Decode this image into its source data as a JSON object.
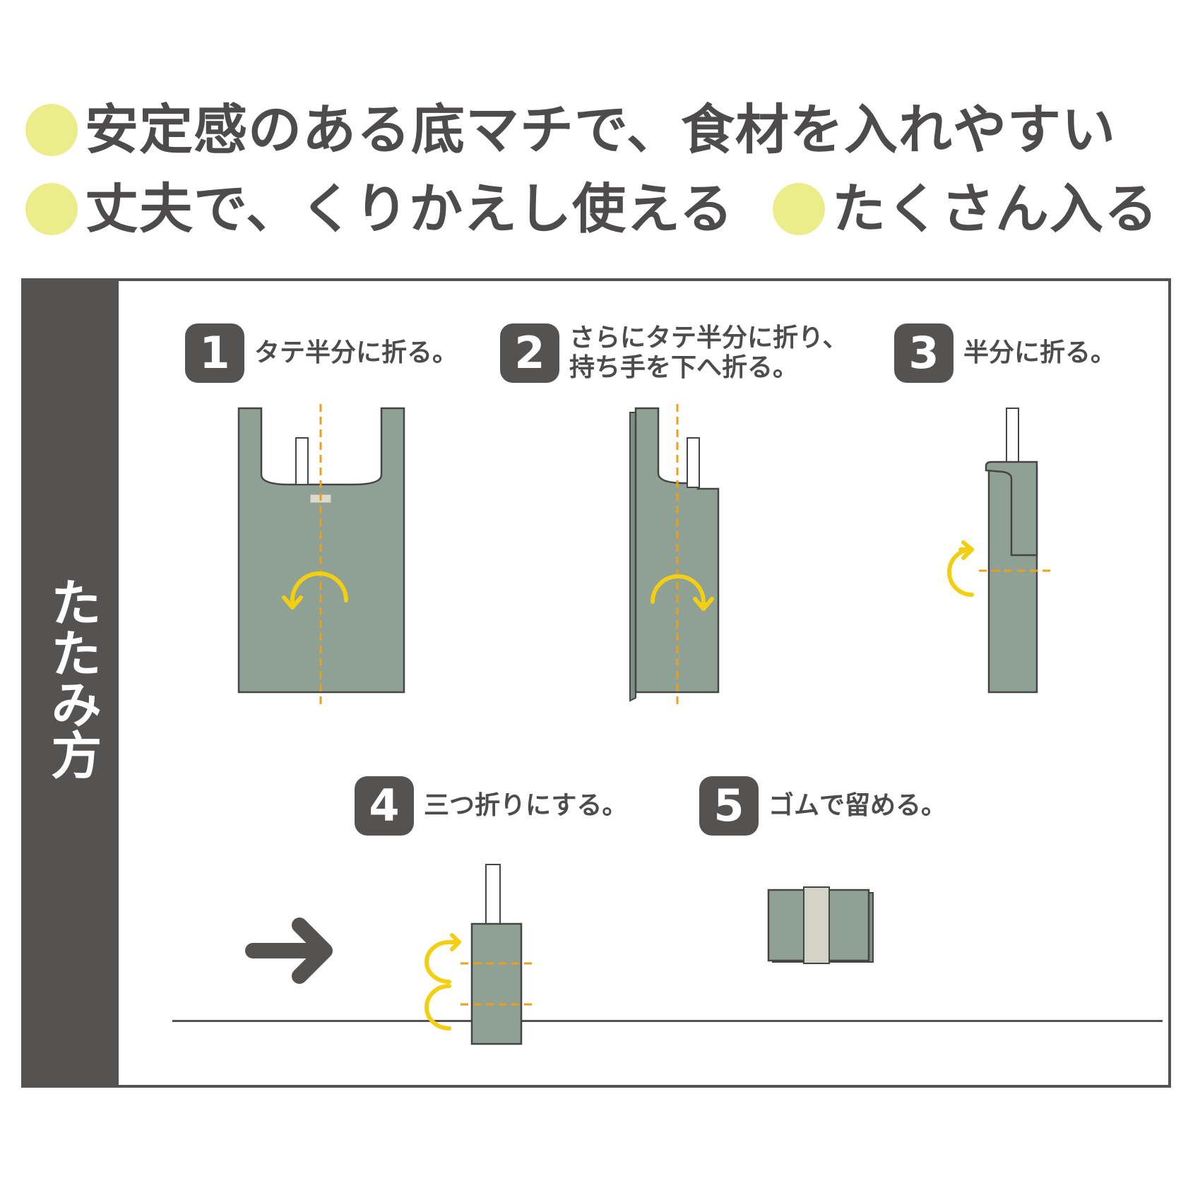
{
  "colors": {
    "dot": "#ebed8a",
    "bag": "#8fa095",
    "outline": "#454545",
    "fold_line": "#e8a01e",
    "arrow": "#f2cf10",
    "dark": "#555252",
    "band": "#d3d3c8"
  },
  "features": [
    {
      "text": "安定感のある底マチで、食材を入れやすい"
    },
    {
      "text": "丈夫で、くりかえし使える"
    },
    {
      "text": "たくさん入る"
    }
  ],
  "section": {
    "title": "たたみ方"
  },
  "steps": [
    {
      "number": "1",
      "text": "タテ半分に折る。"
    },
    {
      "number": "2",
      "text": "さらにタテ半分に折り、\n持ち手を下へ折る。"
    },
    {
      "number": "3",
      "text": "半分に折る。"
    },
    {
      "number": "4",
      "text": "三つ折りにする。"
    },
    {
      "number": "5",
      "text": "ゴムで留める。"
    }
  ],
  "icons": {
    "continue_arrow": "right-arrow-icon",
    "fold_arrow": "curved-arrow-icon"
  }
}
